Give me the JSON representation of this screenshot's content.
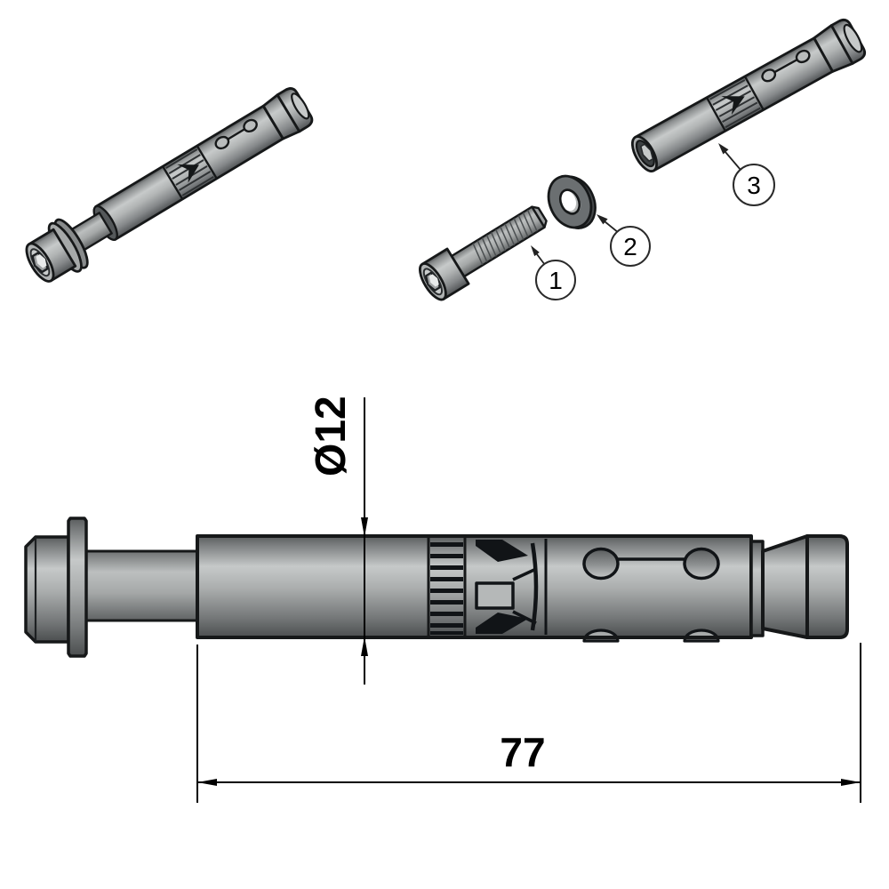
{
  "drawing": {
    "type": "technical-drawing-sleeve-anchor",
    "background": "#ffffff",
    "views": {
      "assembled": {
        "label": "assembled anchor isometric view"
      },
      "exploded": {
        "label": "exploded isometric view",
        "callouts": [
          {
            "number": "1",
            "part": "socket head screw"
          },
          {
            "number": "2",
            "part": "washer"
          },
          {
            "number": "3",
            "part": "anchor sleeve"
          }
        ]
      },
      "side": {
        "label": "dimensioned side view",
        "dimensions": {
          "diameter": {
            "label": "Ø12",
            "type": "diameter"
          },
          "length": {
            "label": "77",
            "type": "length"
          }
        }
      }
    },
    "colors": {
      "outline": "#161819",
      "body_light": "#c9cccc",
      "body_mid": "#a8abab",
      "body_dark": "#5f6263",
      "washer_face": "#6b6f71",
      "dimension": "#000000"
    }
  }
}
